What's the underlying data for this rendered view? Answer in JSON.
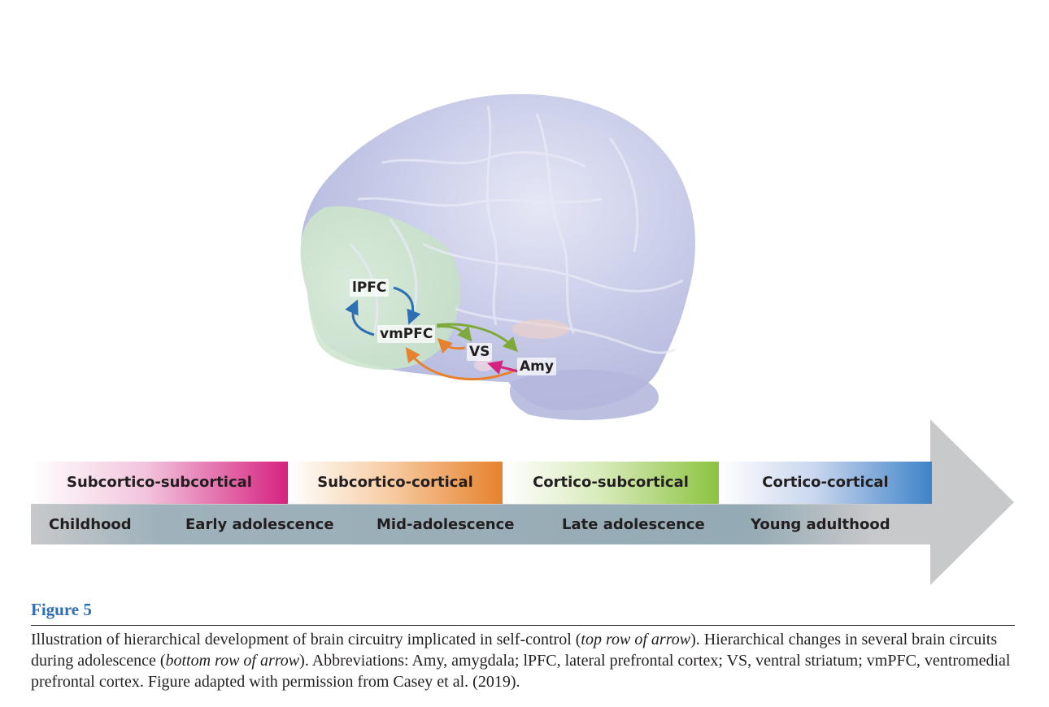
{
  "brain": {
    "labels": {
      "lpfc": "lPFC",
      "vmpfc": "vmPFC",
      "vs": "VS",
      "amy": "Amy"
    },
    "colors": {
      "brain_fill": "#c9cde9",
      "prefrontal_fill": "#d5ebd4",
      "lpfc_vmpfc_arrows": "#2f6fb3",
      "cortico_subcortical_arrows": "#7fa93a",
      "subcortico_cortical_arrows": "#e6822d",
      "subcortico_subcortical_arrow": "#d6227f"
    }
  },
  "timeline": {
    "circuit_bands": [
      {
        "label": "Subcortico-subcortical",
        "color": "#d6227f"
      },
      {
        "label": "Subcortico-cortical",
        "color": "#e6822d"
      },
      {
        "label": "Cortico-subcortical",
        "color": "#8cc341"
      },
      {
        "label": "Cortico-cortical",
        "color": "#3f83c8"
      }
    ],
    "stages": [
      "Childhood",
      "Early adolescence",
      "Mid-adolescence",
      "Late adolescence",
      "Young adulthood"
    ],
    "arrow_color": "#c8c9cb",
    "stage_bar_color": "#94aab4"
  },
  "caption": {
    "figure_label": "Figure 5",
    "figure_label_color": "#2f6fb3",
    "text_1": "Illustration of hierarchical development of brain circuitry implicated in self-control (",
    "italic_1": "top row of arrow",
    "text_2": "). Hierarchical changes in several brain circuits during adolescence (",
    "italic_2": "bottom row of arrow",
    "text_3": "). Abbreviations: Amy, amygdala; lPFC, lateral prefrontal cortex; VS, ventral striatum; vmPFC, ventromedial prefrontal cortex. Figure adapted with permission from Casey et al. (2019)."
  }
}
